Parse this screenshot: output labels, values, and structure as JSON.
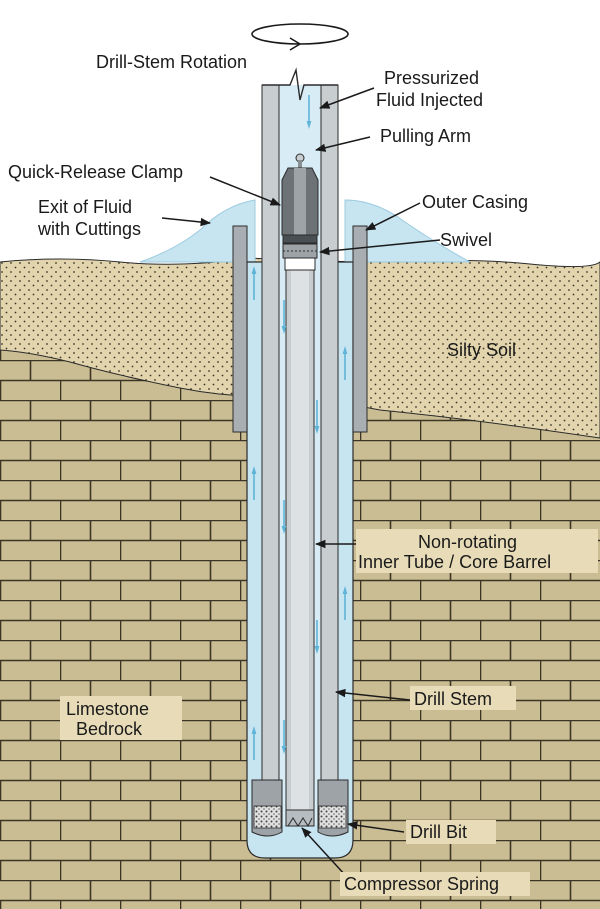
{
  "labels": {
    "rotation": "Drill-Stem Rotation",
    "pressurized_1": "Pressurized",
    "pressurized_2": "Fluid Injected",
    "pulling_arm": "Pulling Arm",
    "quick_release": "Quick-Release Clamp",
    "exit_fluid_1": "Exit of Fluid",
    "exit_fluid_2": "with Cuttings",
    "outer_casing": "Outer Casing",
    "swivel": "Swivel",
    "silty_soil": "Silty Soil",
    "non_rotating_1": "Non-rotating",
    "non_rotating_2": "Inner Tube / Core Barrel",
    "limestone_1": "Limestone",
    "limestone_2": "Bedrock",
    "drill_stem": "Drill Stem",
    "drill_bit": "Drill Bit",
    "compressor_spring": "Compressor Spring"
  },
  "colors": {
    "sky": "#ffffff",
    "soil": "#e2d5ae",
    "bedrock": "#cbbd93",
    "mortar": "#3b3525",
    "fluid": "#c7e4f1",
    "fluid_arrow": "#5fb4d8",
    "steel": "#c8cdd0",
    "steel_dark": "#5a5f63",
    "outline": "#2b2b2b"
  },
  "icons": [
    "rotation-arrow-icon",
    "fluid-flow-arrow-icon"
  ]
}
